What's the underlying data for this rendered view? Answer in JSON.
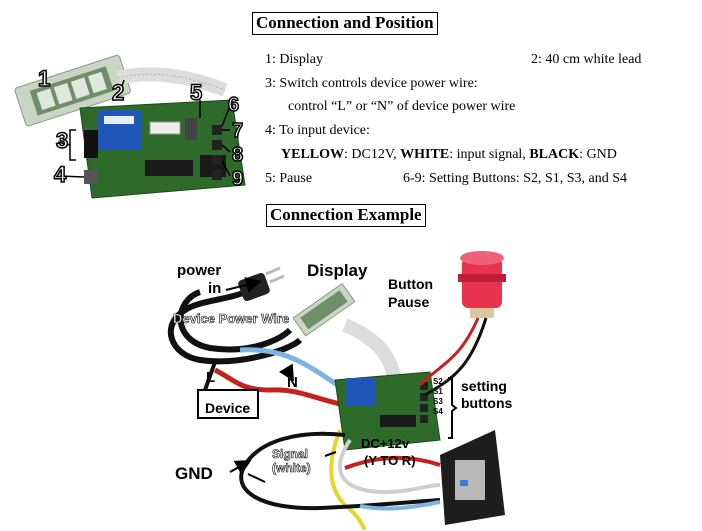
{
  "titles": {
    "connection_position": "Connection and Position",
    "connection_example": "Connection Example"
  },
  "legend": {
    "item1": "1: Display",
    "item2": "2: 40 cm white lead",
    "item3_line1": "3: Switch controls device power wire:",
    "item3_line2_a": "control “L” or “N” of device power wire",
    "item4_line1": "4: To input device:",
    "item4_yellow": "YELLOW",
    "item4_yellow_val": ": DC12V, ",
    "item4_white": "WHITE",
    "item4_white_val": ": input signal, ",
    "item4_black": "BLACK",
    "item4_black_val": ": GND",
    "item5": "5: Pause",
    "item6_9": "6-9: Setting Buttons: S2, S1, S3, and S4"
  },
  "board_numbers": [
    "1",
    "2",
    "3",
    "4",
    "5",
    "6",
    "7",
    "8",
    "9"
  ],
  "example_labels": {
    "power_line1": "power",
    "power_line2": "in",
    "display": "Display",
    "button_line1": "Button",
    "button_line2": "Pause",
    "device_power_wire": "Device Power Wire",
    "L": "L",
    "N": "N",
    "device": "Device",
    "setting_line1": "setting",
    "setting_line2": "buttons",
    "switches": [
      "S2",
      "S1",
      "S3",
      "S4"
    ],
    "dc_line1": "DC+12v",
    "dc_line2": "(Y TO R)",
    "gnd": "GND",
    "signal_line1": "Signal",
    "signal_line2": "(white)"
  },
  "colors": {
    "pcb_green": "#2e6b2a",
    "relay_blue": "#1f56b8",
    "ribbon": "#dcdcdc",
    "button_red": "#e8334f",
    "wire_red": "#c8201c",
    "wire_blue": "#7fb4e0",
    "wire_yellow": "#e8d52a",
    "wire_black": "#111111"
  }
}
